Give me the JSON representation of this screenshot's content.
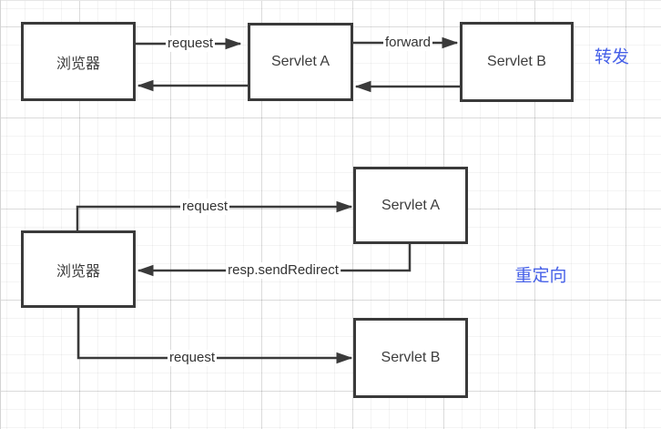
{
  "colors": {
    "line": "#3a3a3a",
    "accent_blue": "#4660e8",
    "node_fill": "#ffffff",
    "grid_minor": "#f2f2f2",
    "grid_major": "#e6e6e6"
  },
  "top_flow": {
    "browser_label": "浏览器",
    "servlet_a_label": "Servlet A",
    "servlet_b_label": "Servlet B",
    "request_label": "request",
    "forward_label": "forward",
    "section_label": "转发"
  },
  "bottom_flow": {
    "browser_label": "浏览器",
    "servlet_a_label": "Servlet A",
    "servlet_b_label": "Servlet B",
    "request_to_a_label": "request",
    "redirect_label": "resp.sendRedirect",
    "request_to_b_label": "request",
    "section_label": "重定向"
  }
}
